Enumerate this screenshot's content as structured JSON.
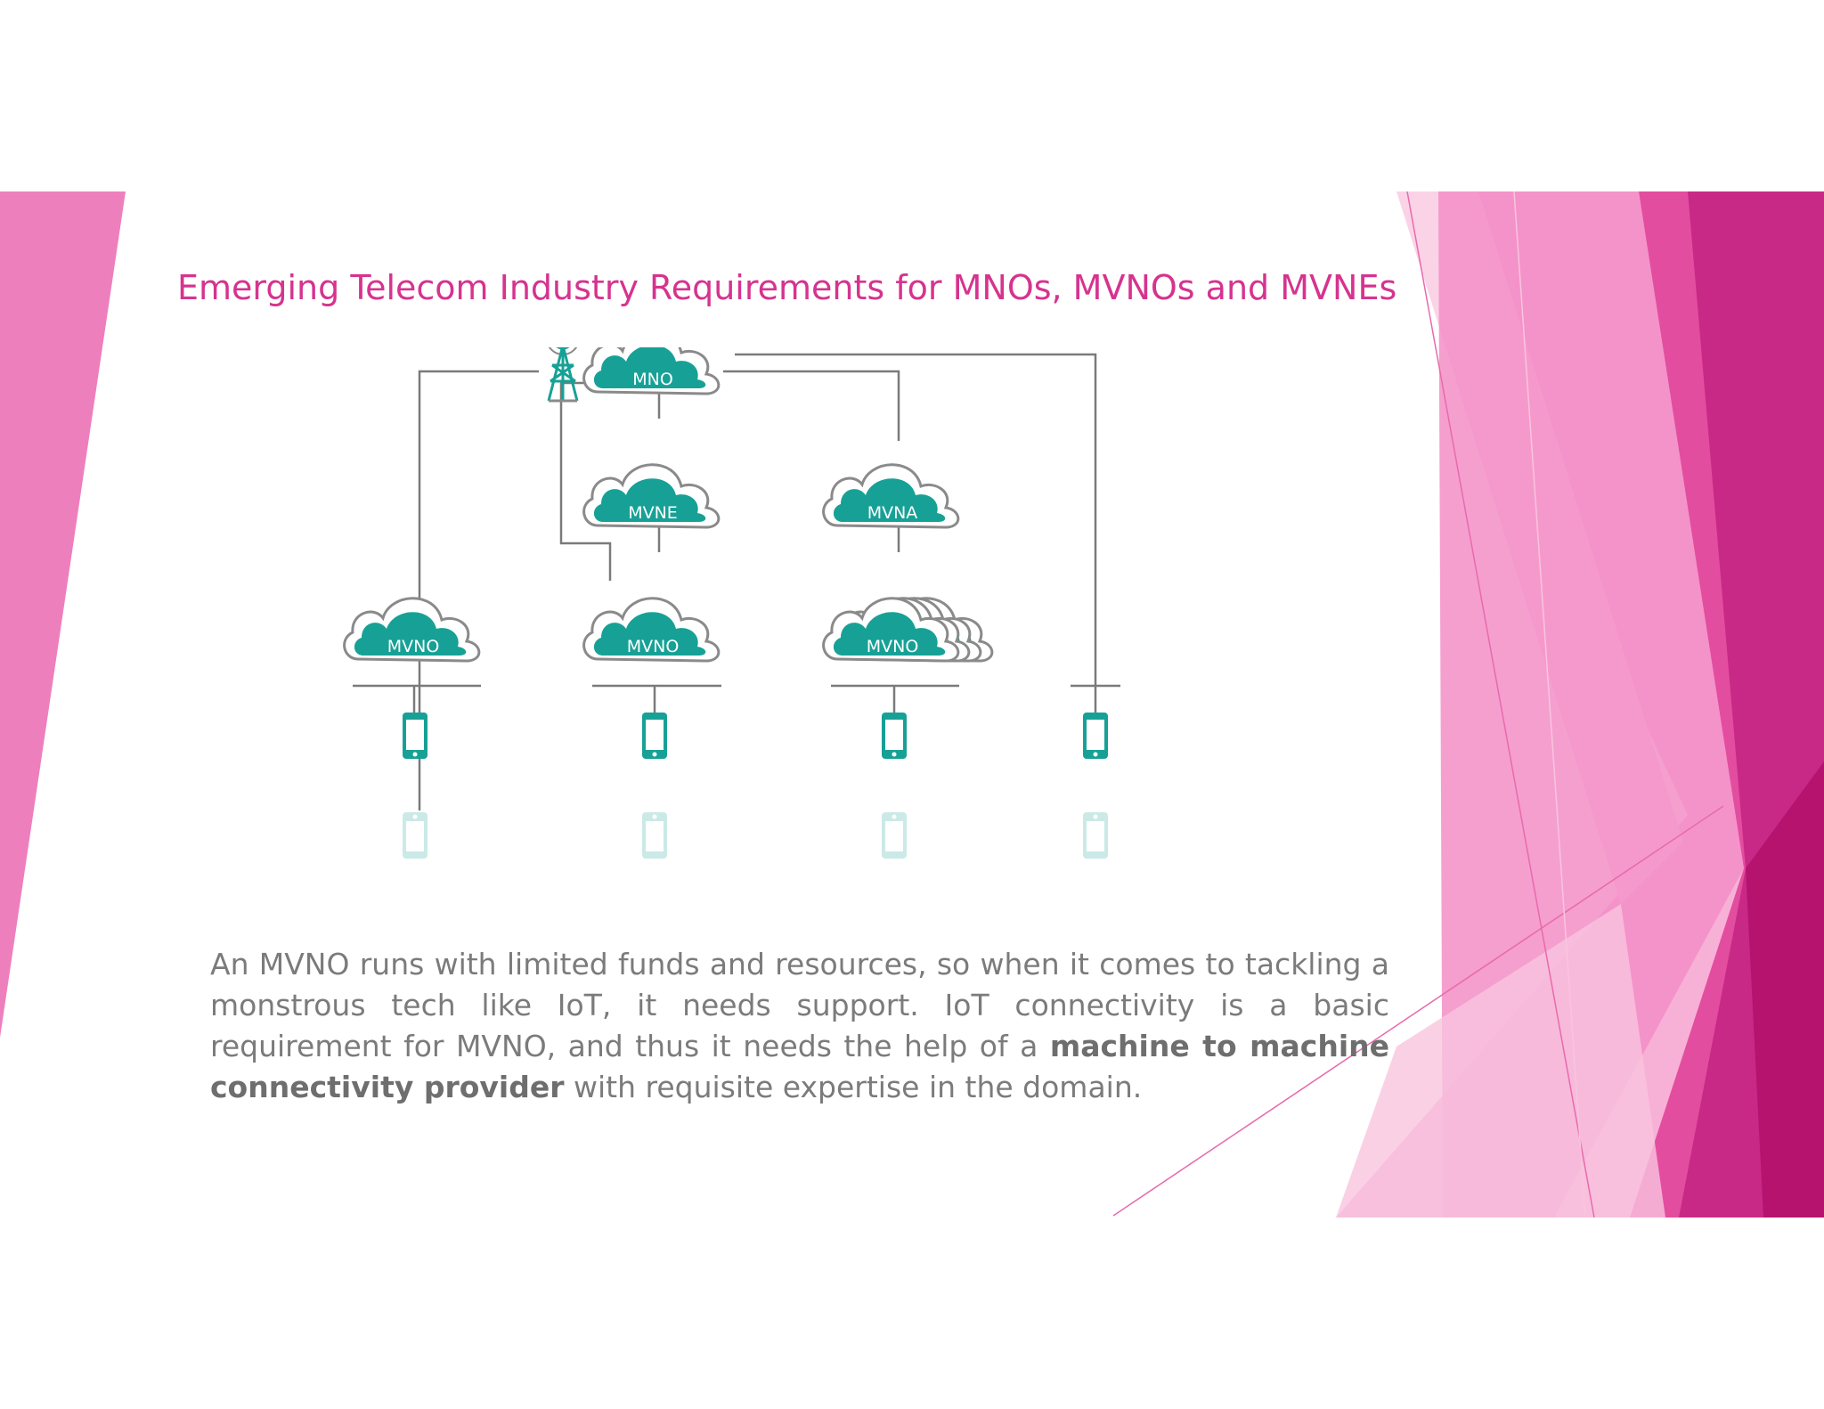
{
  "slide": {
    "title": "Emerging Telecom Industry Requirements for MNOs, MVNOs and MVNEs",
    "paragraph": {
      "lead": "An MVNO runs with limited funds and resources, so when it comes to tackling a monstrous tech like IoT, it needs support. IoT connectivity is a basic requirement for MVNO, and thus it needs the help of a ",
      "emphasis": "machine to machine connectivity provider",
      "tail": " with requisite expertise in the domain."
    }
  },
  "diagram": {
    "nodes": {
      "mno": "MNO",
      "mvne": "MVNE",
      "mvna": "MVNA",
      "mvno_direct": "MVNO",
      "mvno_via_mvne": "MVNO",
      "mvno_via_mvna": "MVNO"
    }
  },
  "colors": {
    "accent_pink": "#d6338f",
    "teal": "#17a196",
    "outline_gray": "#555555",
    "text_gray": "#7b7b7b",
    "magenta_dark": "#b5136e"
  },
  "icons": [
    "cell-tower-icon",
    "cloud-icon",
    "smartphone-icon"
  ]
}
